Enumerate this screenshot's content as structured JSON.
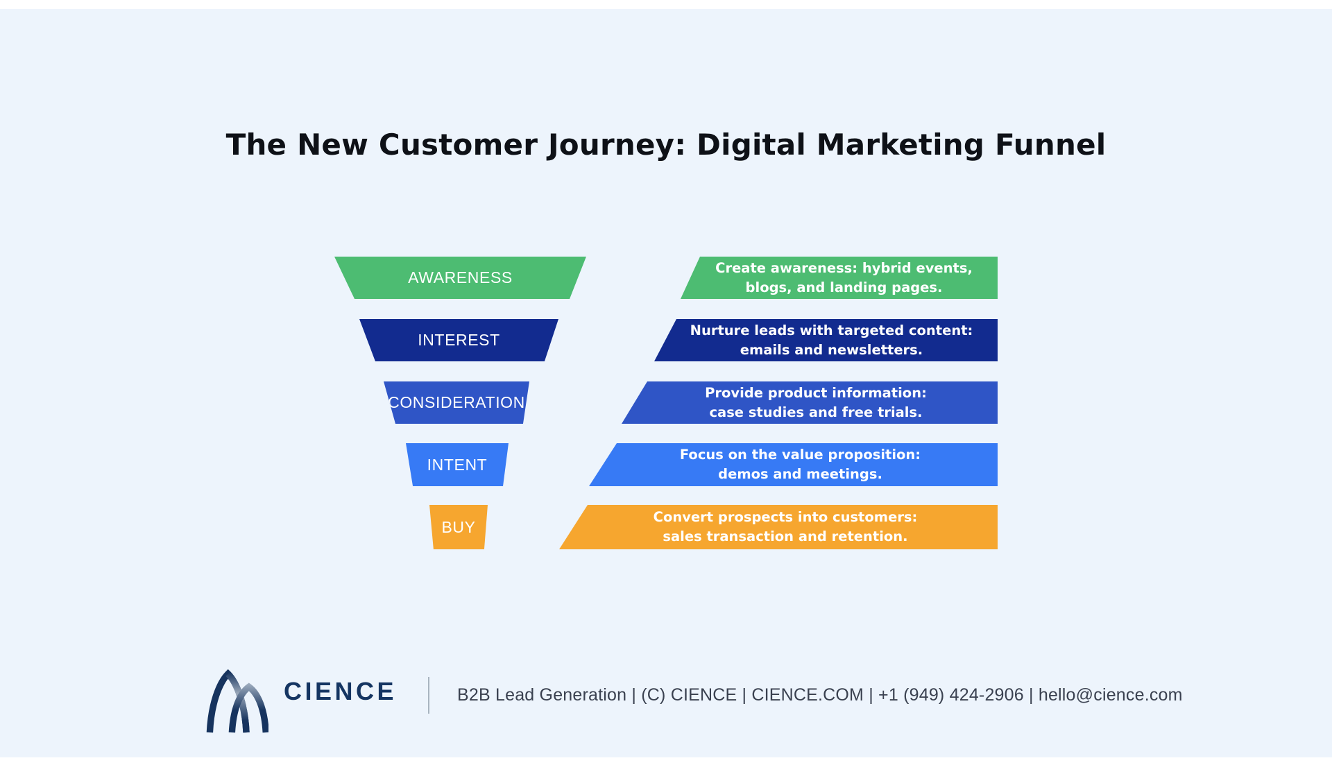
{
  "title": "The New Customer Journey: Digital Marketing Funnel",
  "funnel": {
    "stages": [
      {
        "label": "AWARENESS",
        "description_line1": "Create awareness: hybrid events,",
        "description_line2": "blogs, and landing pages.",
        "color": "#4DBC72"
      },
      {
        "label": "INTEREST",
        "description_line1": "Nurture leads with targeted content:",
        "description_line2": "emails and newsletters.",
        "color": "#122B8F"
      },
      {
        "label": "CONSIDERATION",
        "description_line1": "Provide product information:",
        "description_line2": "case studies and free trials.",
        "color": "#2F55C6"
      },
      {
        "label": "INTENT",
        "description_line1": "Focus on the value proposition:",
        "description_line2": "demos and meetings.",
        "color": "#377AF5"
      },
      {
        "label": "BUY",
        "description_line1": "Convert prospects into customers:",
        "description_line2": "sales transaction and retention.",
        "color": "#F6A62F"
      }
    ]
  },
  "footer": {
    "brand": "CIENCE",
    "info": "B2B Lead Generation | (C) CIENCE | CIENCE.COM | +1 (949) 424-2906 | hello@cience.com"
  },
  "palette": {
    "background": "#EDF4FC",
    "title_text": "#0E1117",
    "footer_text": "#3A4150",
    "brand_navy": "#153562"
  }
}
